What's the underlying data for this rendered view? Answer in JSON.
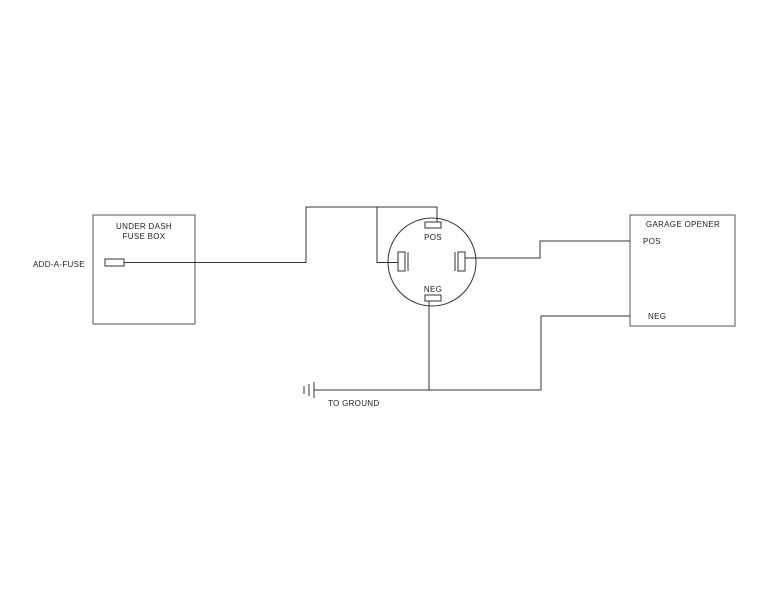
{
  "labels": {
    "fuse_box_line1": "UNDER DASH",
    "fuse_box_line2": "FUSE BOX",
    "add_a_fuse": "ADD-A-FUSE",
    "connector_pos": "POS",
    "connector_neg": "NEG",
    "opener_title": "GARAGE OPENER",
    "opener_pos": "POS",
    "opener_neg": "NEG",
    "ground": "TO GROUND"
  }
}
